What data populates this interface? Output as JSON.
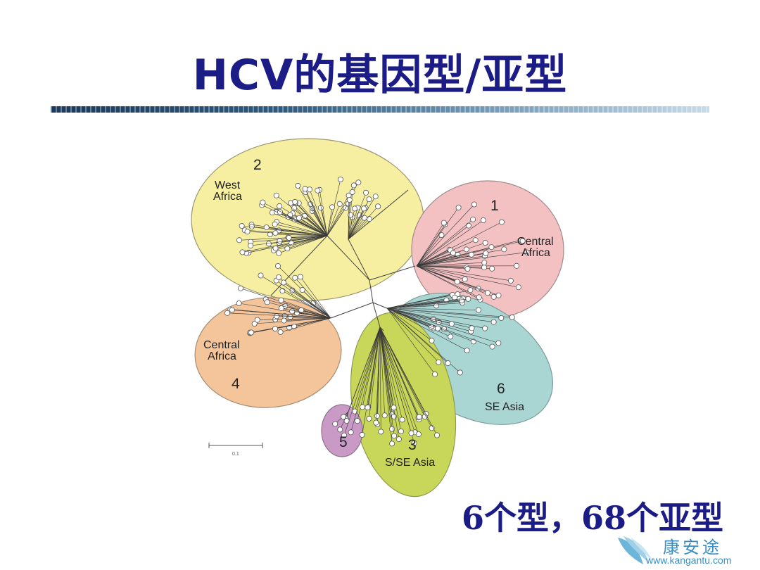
{
  "slide": {
    "title": "HCV的基因型/亚型",
    "summary": "6个型，68个亚型"
  },
  "diagram": {
    "clusters": [
      {
        "id": "2",
        "number": "2",
        "region": [
          "West",
          "Africa"
        ],
        "fill": "#f6eea0"
      },
      {
        "id": "1",
        "number": "1",
        "region": [
          "Central",
          "Africa"
        ],
        "fill": "#f4c1c3"
      },
      {
        "id": "4",
        "number": "4",
        "region": [
          "Central",
          "Africa"
        ],
        "fill": "#f4c49a"
      },
      {
        "id": "6",
        "number": "6",
        "region": [
          "SE Asia"
        ],
        "fill": "#a9d6d3"
      },
      {
        "id": "3",
        "number": "3",
        "region": [
          "S/SE Asia"
        ],
        "fill": "#c8d65a"
      },
      {
        "id": "5",
        "number": "5",
        "region": [],
        "fill": "#c99ac6"
      }
    ],
    "scale_bar_label": "0.1"
  },
  "watermark": {
    "name": "康安途",
    "url": "www.kangantu.com"
  }
}
